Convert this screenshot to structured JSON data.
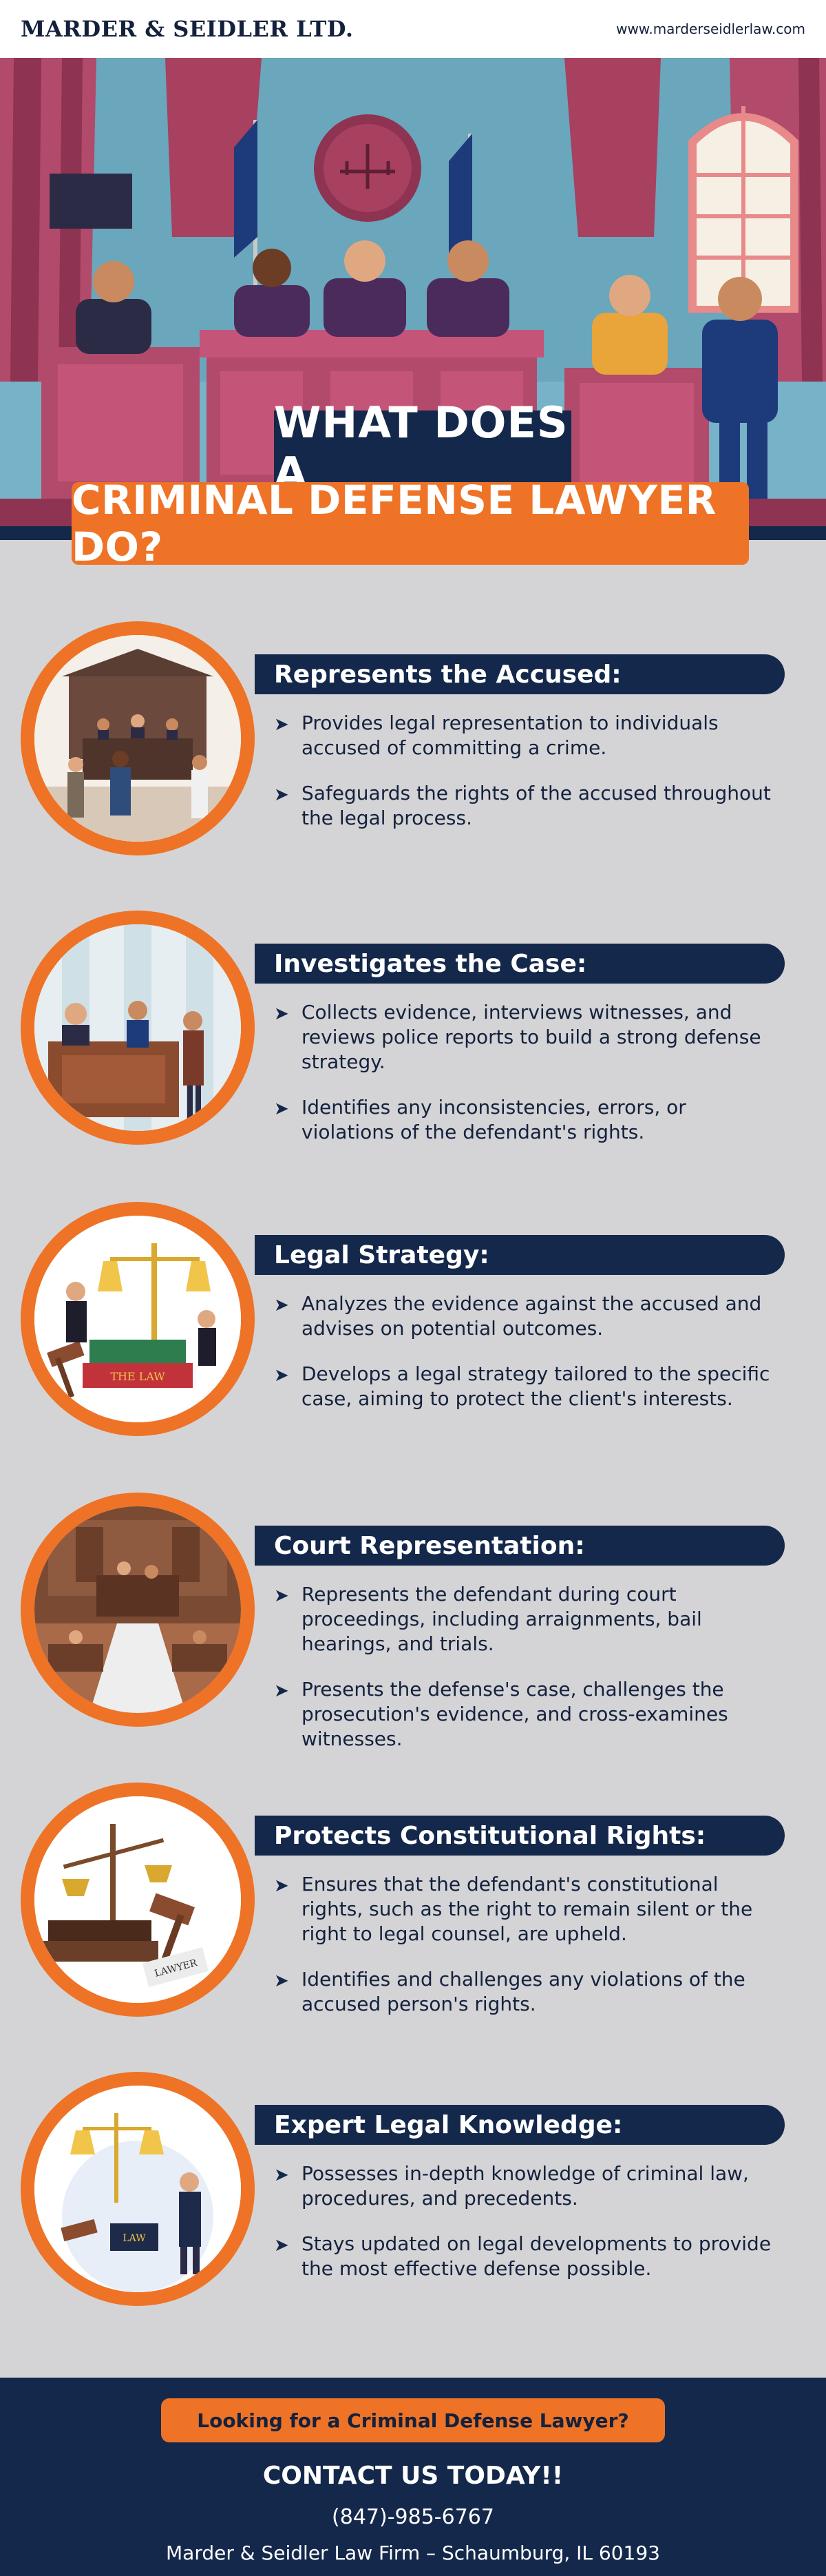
{
  "header": {
    "brand": "MARDER & SEIDLER LTD.",
    "website": "www.marderseidlerlaw.com"
  },
  "hero": {
    "title_line1": "WHAT DOES A",
    "title_line2": "CRIMINAL DEFENSE LAWYER DO?"
  },
  "sections": [
    {
      "title": "Represents the Accused:",
      "illustration": "courtroom-defendant-illustration",
      "bullets": [
        "Provides legal representation to individuals accused of committing a crime.",
        "Safeguards the rights of the accused throughout the legal process."
      ]
    },
    {
      "title": "Investigates the Case:",
      "illustration": "judge-and-lawyers-illustration",
      "bullets": [
        "Collects evidence, interviews witnesses, and reviews police reports to build a strong defense strategy.",
        "Identifies any inconsistencies, errors, or violations of the defendant's rights."
      ]
    },
    {
      "title": "Legal Strategy:",
      "illustration": "scales-and-law-books-illustration",
      "illustration_text": "THE LAW",
      "bullets": [
        "Analyzes the evidence against the accused and advises on potential outcomes.",
        "Develops a legal strategy tailored to the specific case, aiming to protect the client's interests."
      ]
    },
    {
      "title": "Court Representation:",
      "illustration": "courtroom-hall-illustration",
      "bullets": [
        "Represents the defendant during court proceedings, including arraignments, bail hearings, and trials.",
        "Presents the defense's case, challenges the prosecution's evidence, and cross-examines witnesses."
      ]
    },
    {
      "title": "Protects Constitutional Rights:",
      "illustration": "scales-gavel-books-illustration",
      "illustration_text": "LAWYER",
      "bullets": [
        "Ensures that the defendant's constitutional rights, such as the right to remain silent or the right to legal counsel, are upheld.",
        "Identifies and challenges any violations of the accused person's rights."
      ]
    },
    {
      "title": "Expert Legal Knowledge:",
      "illustration": "lawyer-with-scales-illustration",
      "illustration_text": "LAW",
      "bullets": [
        "Possesses in-depth knowledge of criminal law, procedures, and precedents.",
        "Stays updated on legal developments to provide the most effective defense possible."
      ]
    }
  ],
  "footer": {
    "cta": "Looking for a Criminal Defense Lawyer?",
    "contact_title": "CONTACT US TODAY!!",
    "phone": "(847)-985-6767",
    "address": "Marder & Seidler Law Firm – Schaumburg, IL 60193"
  },
  "colors": {
    "navy": "#14284b",
    "orange": "#ee7326",
    "background": "#d4d4d6",
    "white": "#ffffff"
  }
}
